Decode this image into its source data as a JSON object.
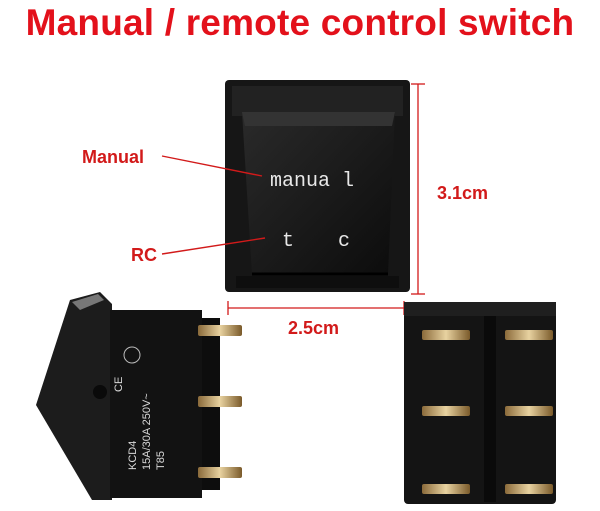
{
  "title": "Manual / remote control switch",
  "callouts": {
    "manual": "Manual",
    "rc": "RC"
  },
  "dimensions": {
    "height": "3.1cm",
    "width": "2.5cm"
  },
  "switch_face": {
    "top_text": "manua l",
    "left_text": "t",
    "right_text": "c"
  },
  "side_markings": {
    "line1": "KCD4",
    "line2": "15A/30A 250V~",
    "line3": "T85",
    "cert": "CE"
  },
  "colors": {
    "title": "#e3111b",
    "callout": "#d21a1a",
    "body": "#151515"
  }
}
